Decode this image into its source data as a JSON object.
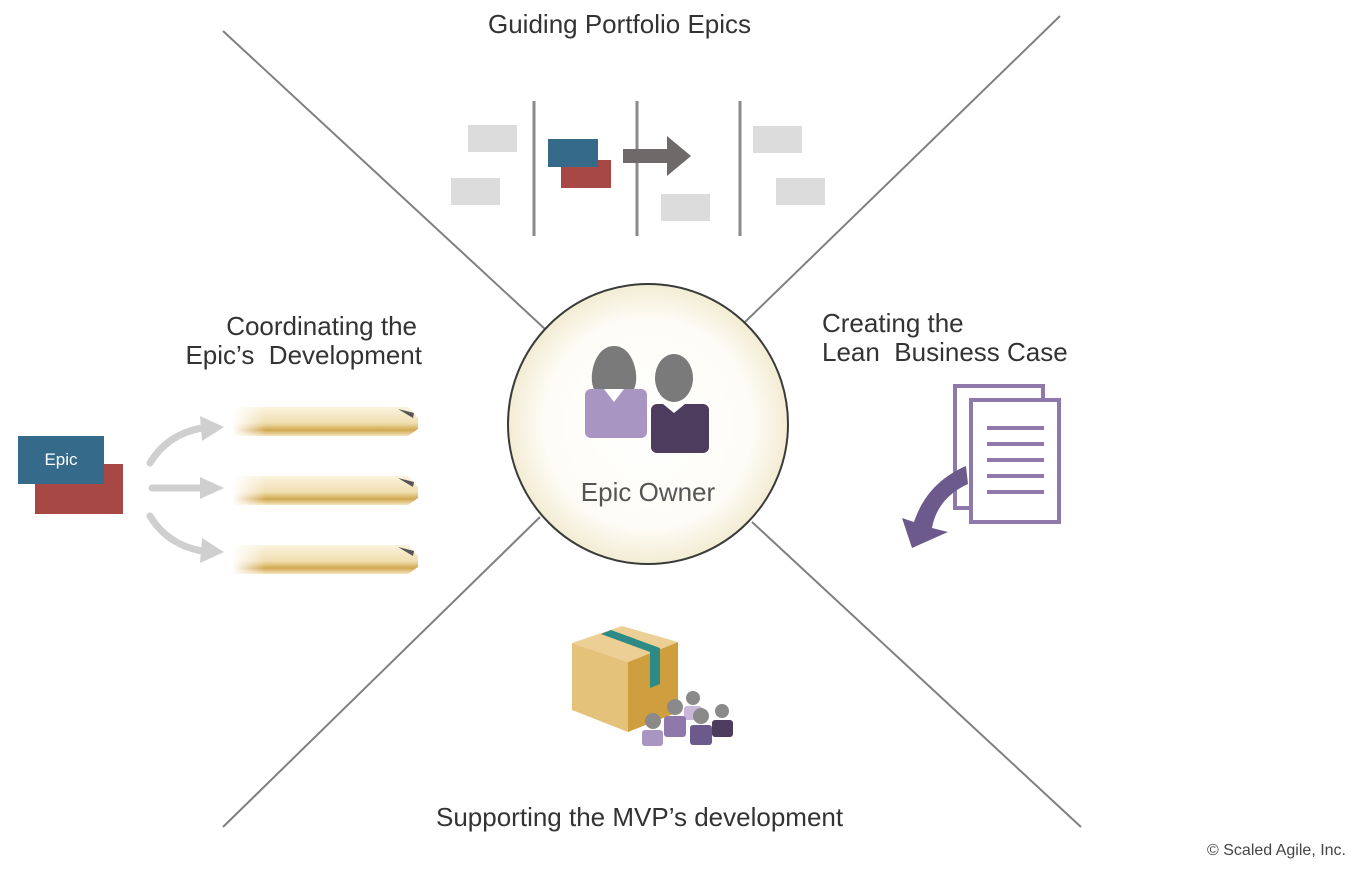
{
  "labels": {
    "top": "Guiding Portfolio Epics",
    "left_line1": "Coordinating the",
    "left_line2": "Epic’s  Development",
    "right_line1": "Creating the",
    "right_line2": "Lean  Business Case",
    "bottom": "Supporting the MVP’s development",
    "center": "Epic Owner",
    "epic_card": "Epic",
    "copyright": "© Scaled Agile, Inc."
  },
  "colors": {
    "teal_blue": "#356a8a",
    "brick_red": "#a84844",
    "purple_light": "#a895c2",
    "purple_dark": "#4d3c5e",
    "gold": "#d4a94f",
    "line_gray": "#808080"
  },
  "icons": [
    "kanban-icon",
    "users-icon",
    "document-icon",
    "box-icon",
    "team-icon",
    "arrow-icon"
  ]
}
